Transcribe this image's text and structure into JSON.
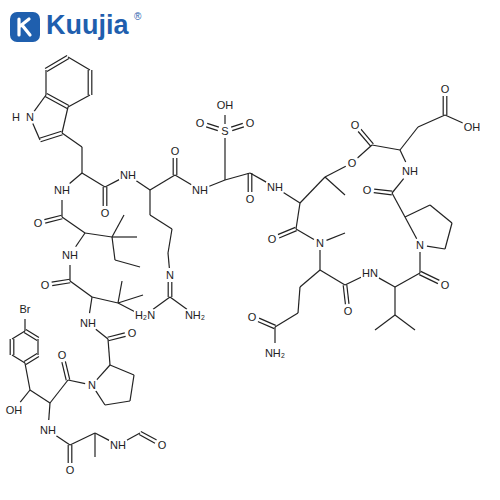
{
  "diagram": {
    "labels": [
      "O",
      "O",
      "O",
      "OH",
      "NH",
      "O",
      "N",
      "O",
      "HN",
      "O",
      "O",
      "NH₂",
      "N",
      "O",
      "NH",
      "O",
      "S",
      "O",
      "O",
      "OH",
      "NH",
      "O",
      "N",
      "H₂N",
      "NH₂",
      "NH",
      "O",
      "N",
      "H",
      "NH",
      "O",
      "NH",
      "O",
      "NH",
      "O",
      "N",
      "O",
      "Br",
      "OH",
      "NH",
      "O",
      "NH",
      "O",
      "Kuujia",
      "®"
    ]
  }
}
